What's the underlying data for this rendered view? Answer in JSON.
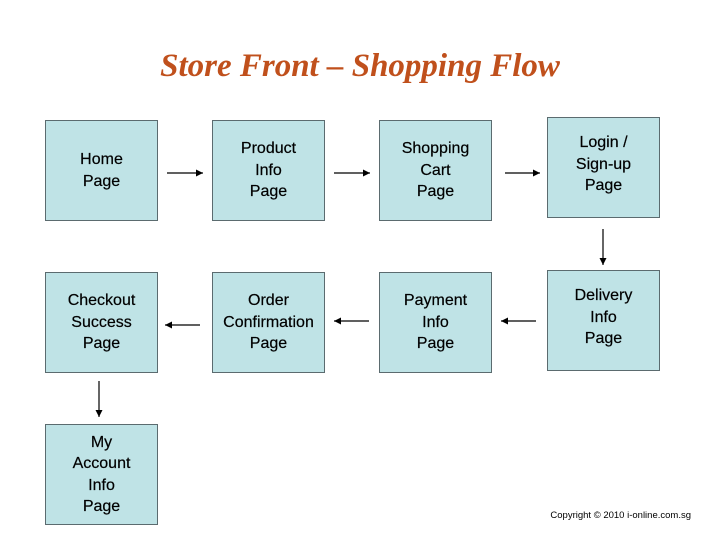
{
  "title": "Store Front – Shopping Flow",
  "boxes": {
    "home": "Home\nPage",
    "product": "Product\nInfo\nPage",
    "cart": "Shopping\nCart\nPage",
    "login": "Login /\nSign-up\nPage",
    "delivery": "Delivery\nInfo\nPage",
    "payment": "Payment\nInfo\nPage",
    "order": "Order\nConfirmation\nPage",
    "checkout": "Checkout\nSuccess\nPage",
    "account": "My\nAccount\nInfo\nPage"
  },
  "copyright": "Copyright © 2010  i-online.com.sg",
  "colors": {
    "title": "#c0501c",
    "box_fill": "#bfe3e6",
    "box_border": "#5b6b6f"
  }
}
